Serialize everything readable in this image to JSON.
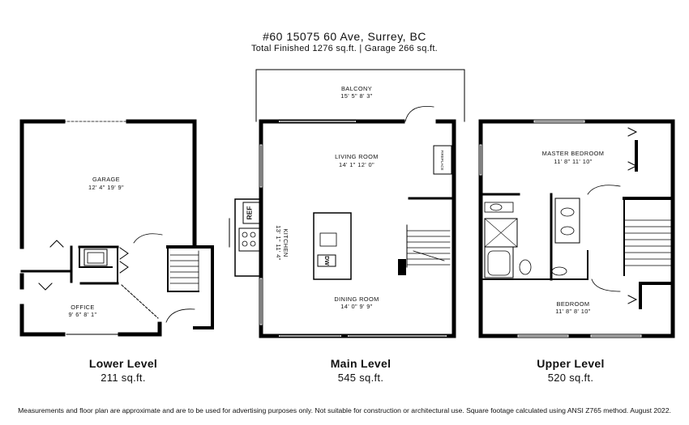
{
  "header": {
    "address": "#60 15075 60 Ave, Surrey, BC",
    "summary": "Total Finished   1276 sq.ft.  |    Garage   266 sq.ft."
  },
  "levels": [
    {
      "name": "Lower Level",
      "area": "211 sq.ft."
    },
    {
      "name": "Main Level",
      "area": "545 sq.ft."
    },
    {
      "name": "Upper Level",
      "area": "520 sq.ft."
    }
  ],
  "rooms": {
    "garage": {
      "name": "GARAGE",
      "dims": "12' 4\" 19' 9\""
    },
    "office": {
      "name": "OFFICE",
      "dims": "9' 6\" 8' 1\""
    },
    "balcony": {
      "name": "BALCONY",
      "dims": "15' 5\" 8' 3\""
    },
    "living": {
      "name": "LIVING ROOM",
      "dims": "14' 1\" 12' 0\""
    },
    "kitchen": {
      "name": "KITCHEN",
      "dims": "13' 1\" 11' 4\""
    },
    "dining": {
      "name": "DINING ROOM",
      "dims": "14' 0\" 9' 9\""
    },
    "master": {
      "name": "MASTER BEDROOM",
      "dims": "11' 8\" 11' 10\""
    },
    "bedroom": {
      "name": "BEDROOM",
      "dims": "11' 8\" 8' 10\""
    }
  },
  "fixtures": {
    "fireplace": "FIREPLACE",
    "ref": "REF",
    "dishwasher": "DW"
  },
  "disclaimer": "Measurements and floor plan are approximate and are to be used for advertising purposes only. Not suitable for construction or architectural use. Square footage calculated using ANSI Z765 method. August 2022."
}
